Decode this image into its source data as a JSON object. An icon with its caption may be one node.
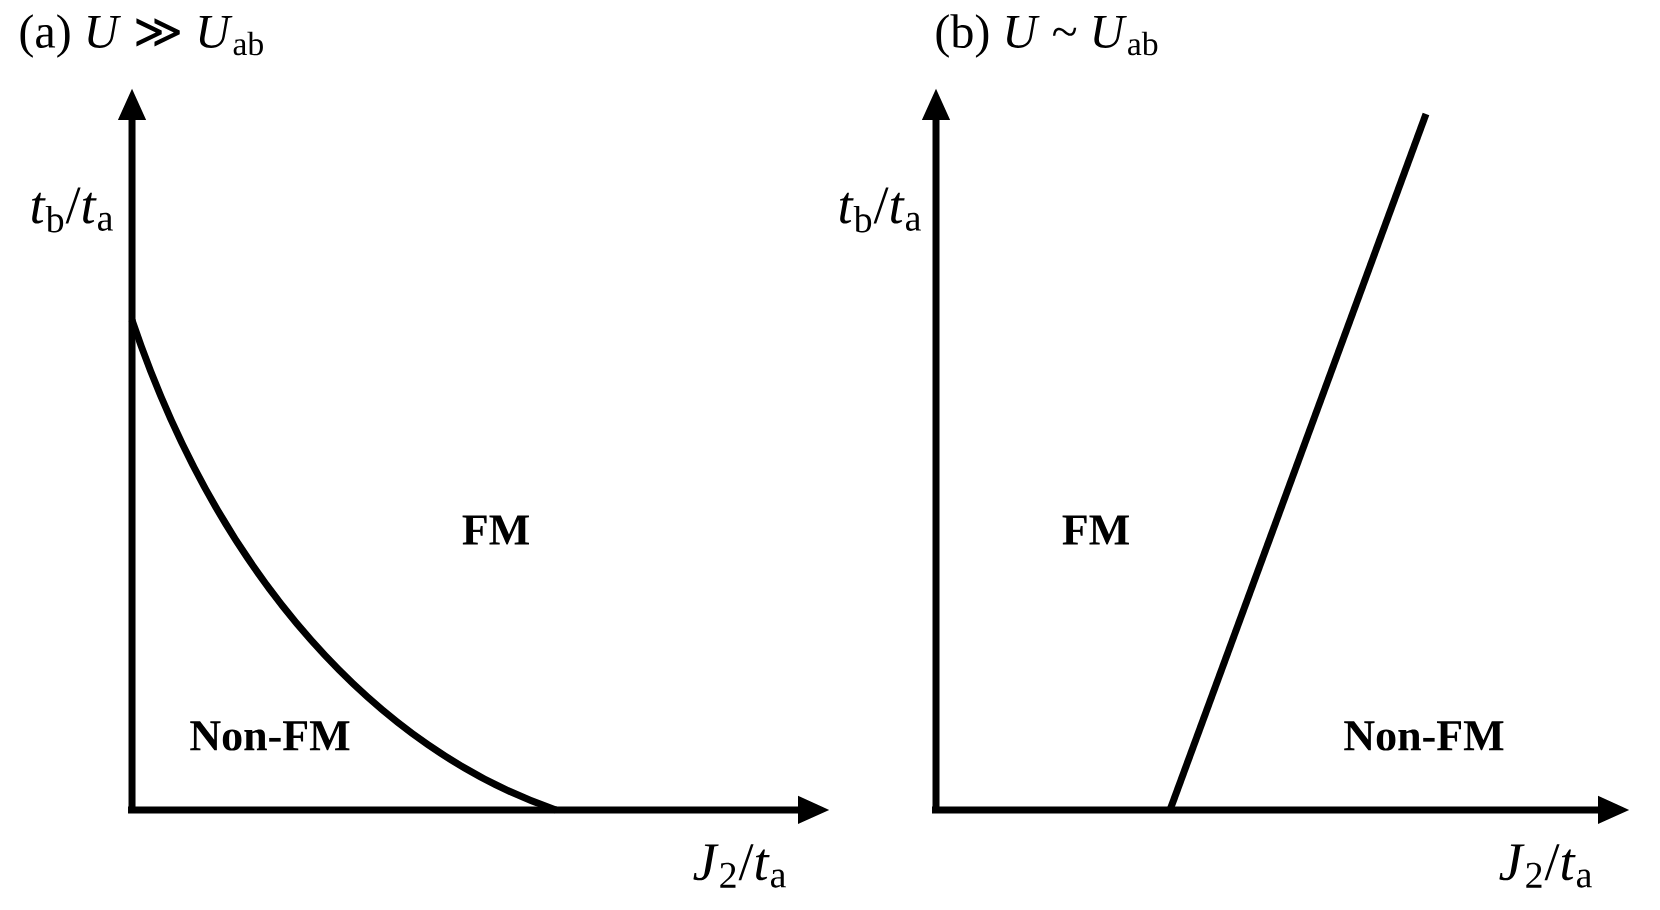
{
  "diagram": {
    "labels": [
      "(a) *U* ≫ *U*$_{ab}$",
      "(b) *U* ~ *U*$_{ab}$",
      "*t*$_{b}$/*t*$_{a}$",
      "*t*$_{b}$/*t*$_{a}$",
      "FM",
      "FM",
      "Non-FM",
      "Non-FM",
      "*J*$_{2}$/*t*$_{a}$",
      "*J*$_{2}$/*t*$_{a}$"
    ]
  }
}
